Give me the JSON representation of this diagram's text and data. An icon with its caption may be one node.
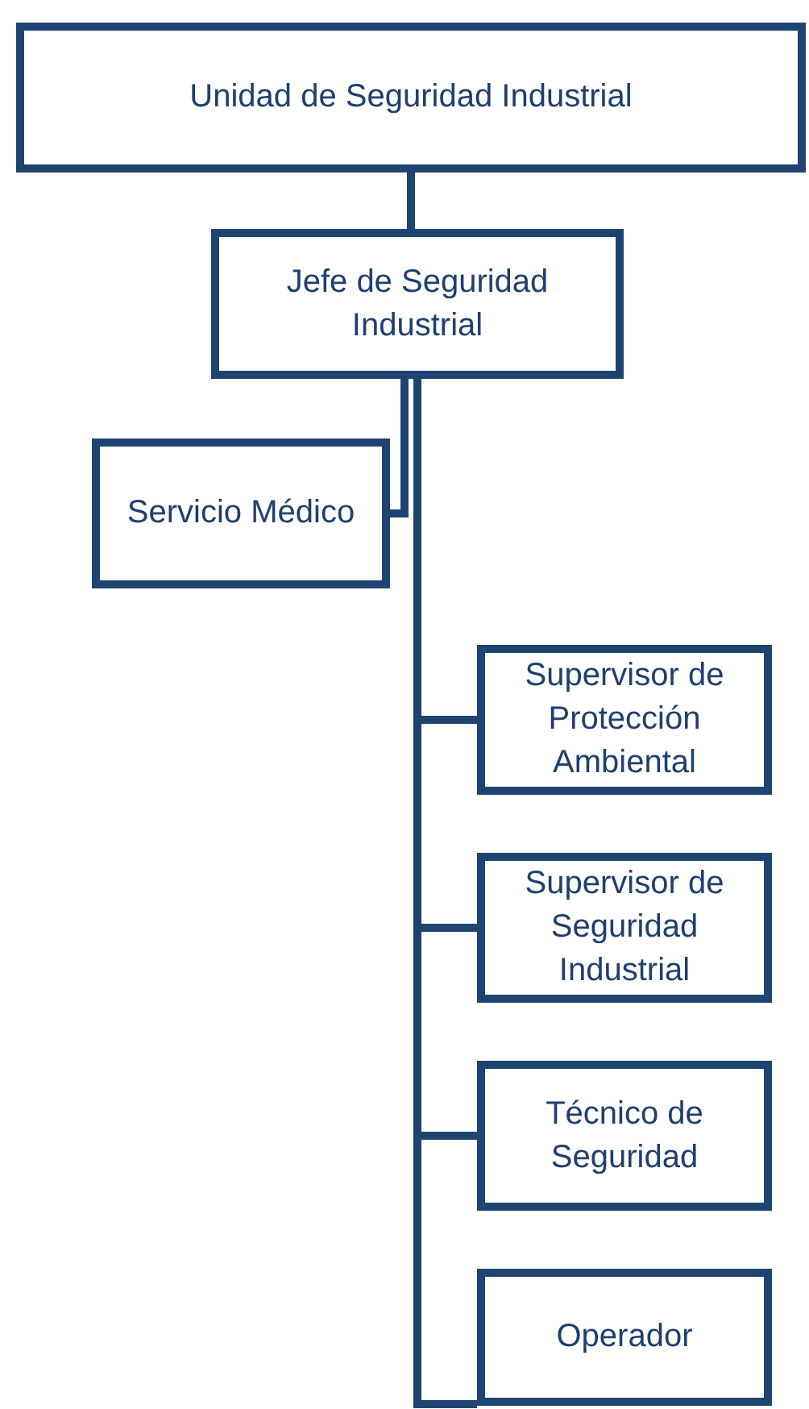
{
  "diagram": {
    "nodes": [
      {
        "text": [
          "Unidad de Seguridad Industrial"
        ]
      },
      {
        "text": [
          "Jefe de Seguridad Industrial"
        ]
      },
      {
        "text": [
          "Servicio Médico"
        ]
      },
      {
        "text": [
          "Supervisor de Protección Ambiental"
        ]
      },
      {
        "text": [
          "Supervisor de Seguridad Industrial"
        ]
      },
      {
        "text": [
          "Técnico de Seguridad"
        ]
      },
      {
        "text": [
          "Operador"
        ]
      }
    ],
    "edges": [
      {
        "from": 0,
        "to": 1,
        "arrow": "none"
      },
      {
        "from": 1,
        "to": 2,
        "arrow": "none"
      },
      {
        "from": 1,
        "to": 3,
        "arrow": "none"
      },
      {
        "from": 1,
        "to": 4,
        "arrow": "none"
      },
      {
        "from": 1,
        "to": 5,
        "arrow": "none"
      },
      {
        "from": 1,
        "to": 6,
        "arrow": "none"
      }
    ]
  }
}
